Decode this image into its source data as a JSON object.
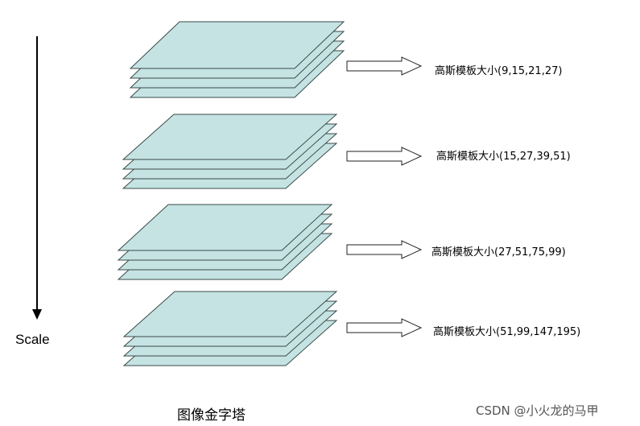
{
  "scale_label": "Scale",
  "caption": "图像金字塔",
  "watermark": "CSDN @小火龙的马甲",
  "layer_color": "#c5e3e3",
  "octaves": [
    {
      "layers": 4,
      "label": "高斯模板大小(9,15,21,27)"
    },
    {
      "layers": 4,
      "label": "高斯模板大小(15,27,39,51)"
    },
    {
      "layers": 4,
      "label": "高斯模板大小(27,51,75,99)"
    },
    {
      "layers": 4,
      "label": "高斯模板大小(51,99,147,195)"
    }
  ]
}
